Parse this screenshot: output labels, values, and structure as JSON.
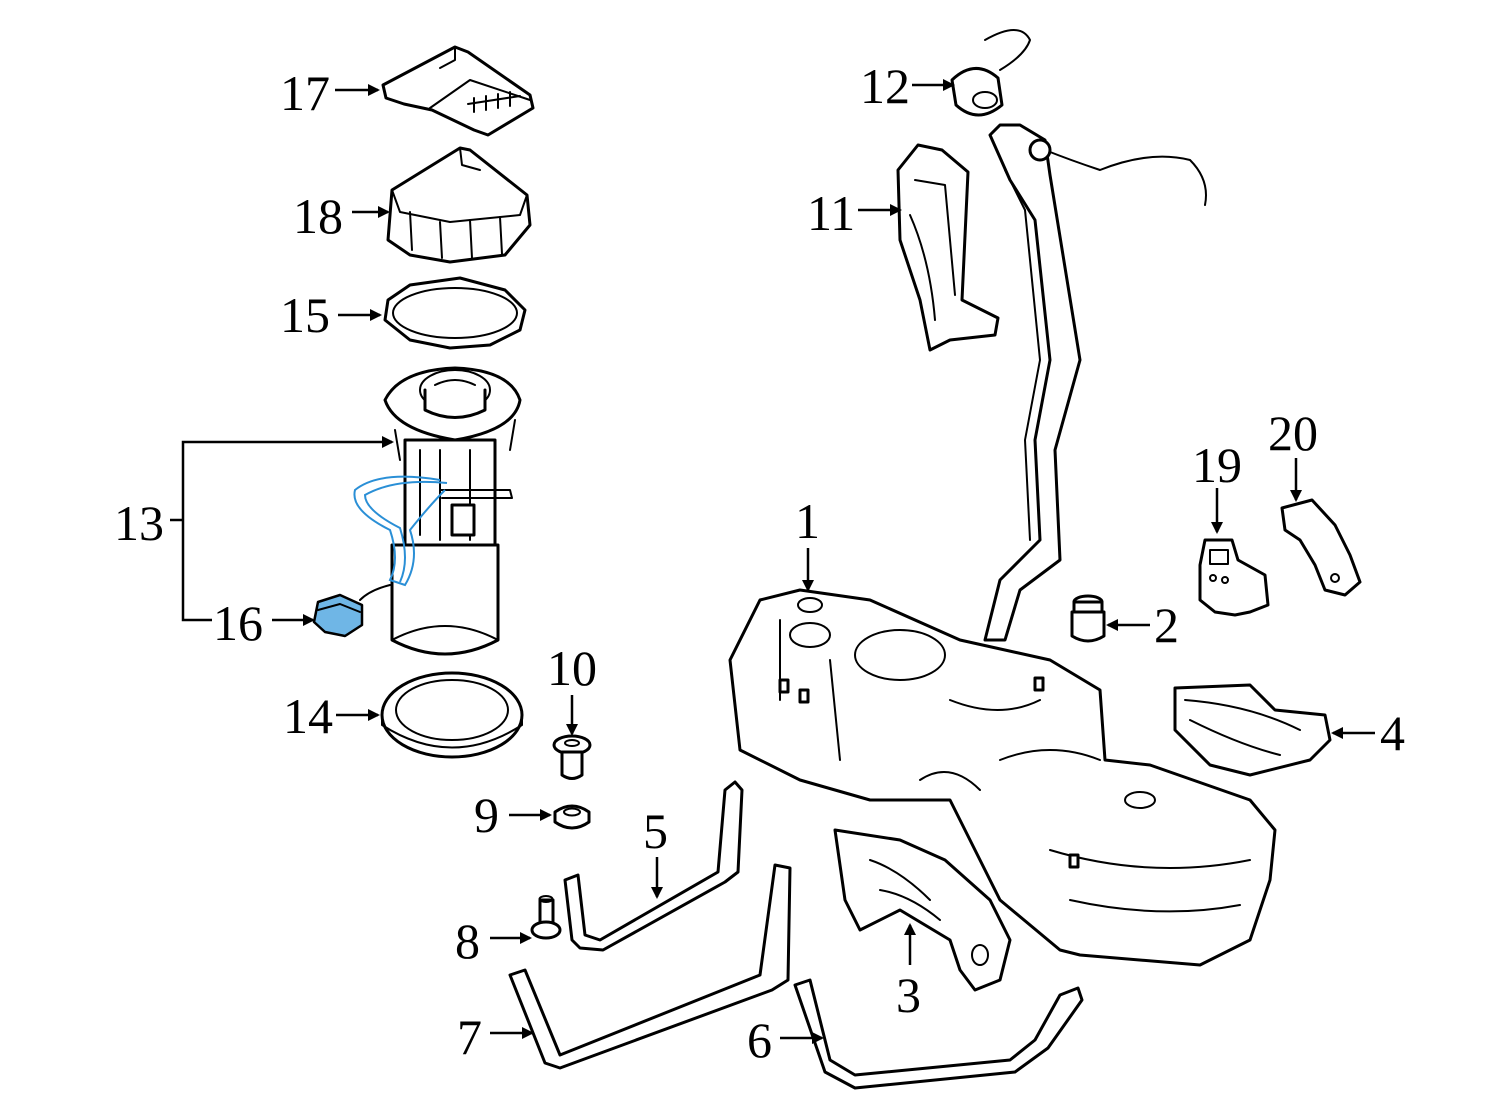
{
  "callouts": {
    "c1": "1",
    "c2": "2",
    "c3": "3",
    "c4": "4",
    "c5": "5",
    "c6": "6",
    "c7": "7",
    "c8": "8",
    "c9": "9",
    "c10": "10",
    "c11": "11",
    "c12": "12",
    "c13": "13",
    "c14": "14",
    "c15": "15",
    "c16": "16",
    "c17": "17",
    "c18": "18",
    "c19": "19",
    "c20": "20"
  },
  "colors": {
    "highlight": "#6fb6e6",
    "line": "#000000",
    "background": "#ffffff"
  }
}
